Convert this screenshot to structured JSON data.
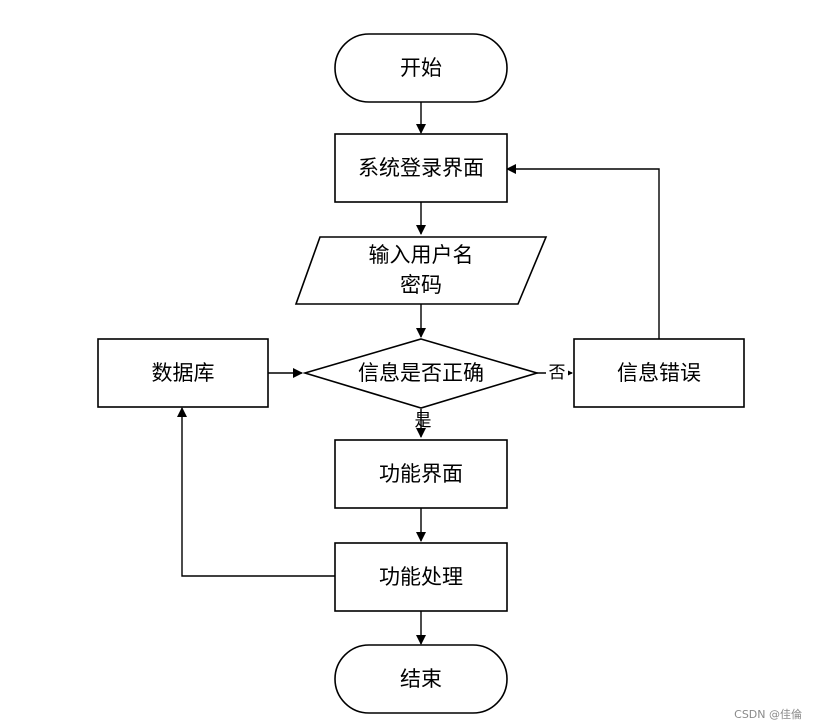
{
  "nodes": {
    "start": "开始",
    "login": "系统登录界面",
    "input_line1": "输入用户名",
    "input_line2": "密码",
    "check": "信息是否正确",
    "database": "数据库",
    "error": "信息错误",
    "function_ui": "功能界面",
    "processing": "功能处理",
    "end": "结束"
  },
  "edge_labels": {
    "no": "否",
    "yes": "是"
  },
  "watermark": "CSDN @佳倫"
}
